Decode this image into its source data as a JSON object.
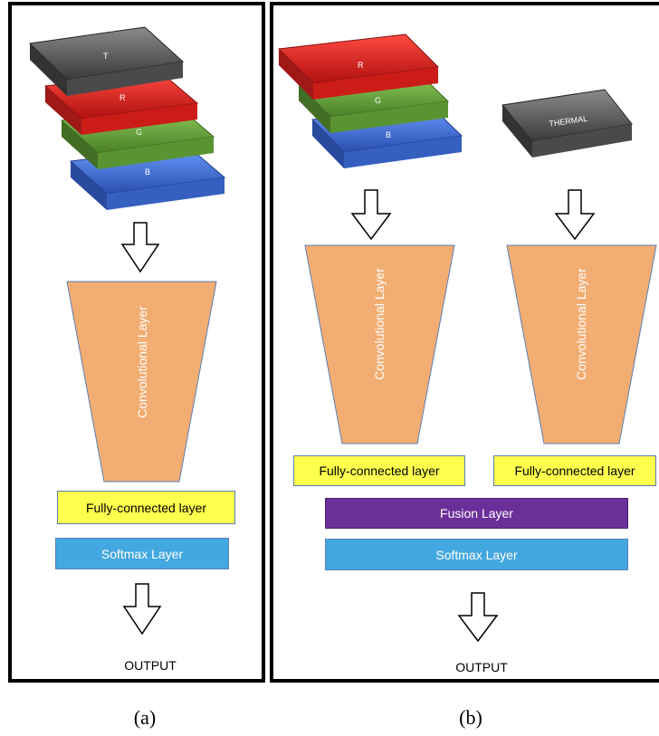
{
  "panel_a": {
    "plates": [
      "T",
      "R",
      "G",
      "B"
    ],
    "conv_label": "Convolutional Layer",
    "fc_label": "Fully-connected layer",
    "softmax_label": "Softmax Layer",
    "output_label": "OUTPUT",
    "caption": "(a)"
  },
  "panel_b": {
    "rgb_plates": [
      "R",
      "G",
      "B"
    ],
    "thermal_plate": "THERMAL",
    "conv_label_left": "Convolutional Layer",
    "conv_label_right": "Convolutional Layer",
    "fc_label_left": "Fully-connected layer",
    "fc_label_right": "Fully-connected layer",
    "fusion_label": "Fusion Layer",
    "softmax_label": "Softmax Layer",
    "output_label": "OUTPUT",
    "caption": "(b)"
  },
  "colors": {
    "thermal_gray": "#5a5a5a",
    "red": "#e0201c",
    "green": "#6fa83c",
    "blue": "#3f6fcf",
    "conv_orange": "#f2ad72",
    "fc_yellow": "#ffff4d",
    "softmax_blue": "#44a8e0",
    "fusion_purple": "#6b2f9a"
  }
}
